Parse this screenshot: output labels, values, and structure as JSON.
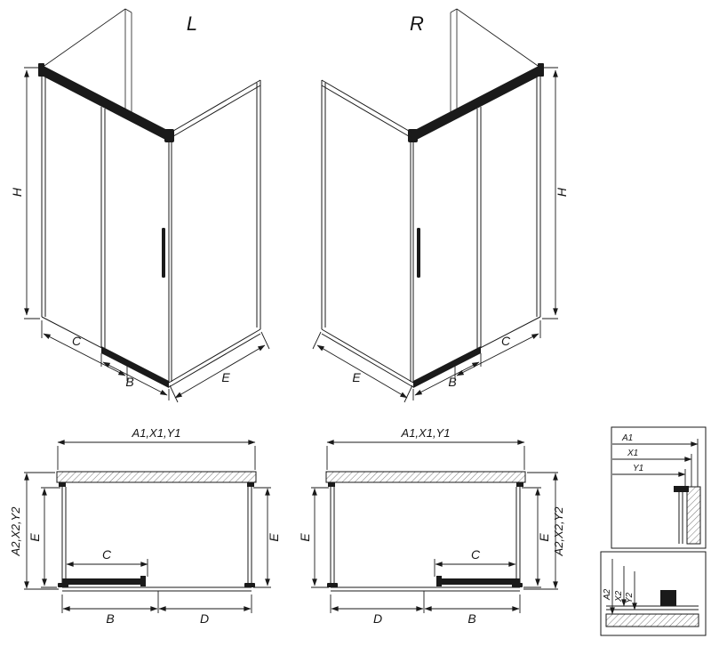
{
  "iso_left": {
    "variant_label": "L",
    "dim_height": "H",
    "dim_fixed": "C",
    "dim_door": "B",
    "dim_side": "E"
  },
  "iso_right": {
    "variant_label": "R",
    "dim_height": "H",
    "dim_fixed": "C",
    "dim_door": "B",
    "dim_side": "E"
  },
  "plan_left": {
    "dim_width_top": "A1,X1,Y1",
    "dim_depth_outer": "A2,X2,Y2",
    "dim_depth_left": "E",
    "dim_depth_right": "E",
    "dim_fixed": "C",
    "dim_door": "B",
    "dim_opening": "D"
  },
  "plan_right": {
    "dim_width_top": "A1,X1,Y1",
    "dim_depth_outer": "A2,X2,Y2",
    "dim_depth_left": "E",
    "dim_depth_right": "E",
    "dim_fixed": "C",
    "dim_door": "B",
    "dim_opening": "D"
  },
  "detail_top": {
    "dim_a": "A1",
    "dim_x": "X1",
    "dim_y": "Y1"
  },
  "detail_bottom": {
    "dim_a": "A2",
    "dim_x": "X2",
    "dim_y": "Y2"
  },
  "colors": {
    "line": "#1a1a1a",
    "hatch": "#808080",
    "background": "#ffffff"
  }
}
